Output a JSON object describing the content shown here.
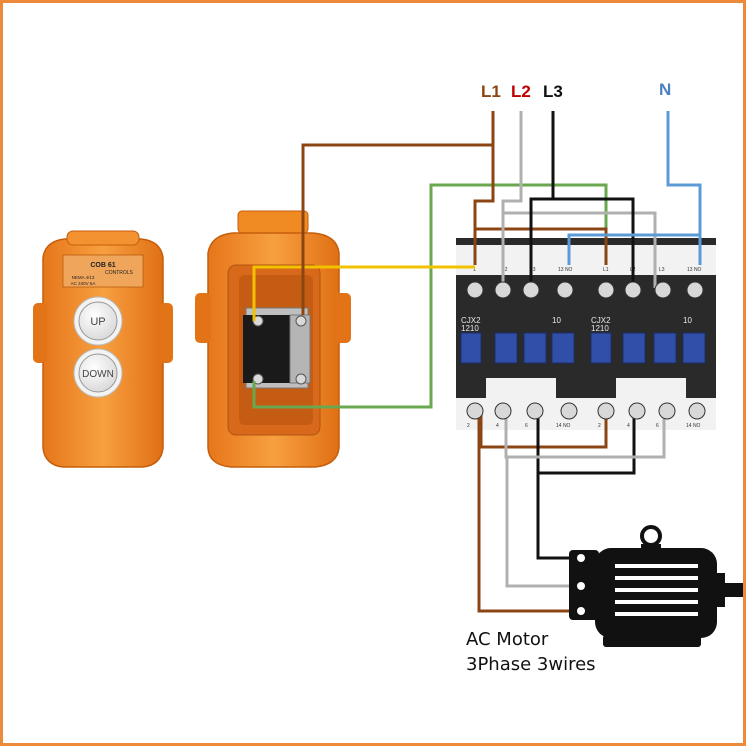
{
  "supply": {
    "l1": "L1",
    "l2": "L2",
    "l3": "L3",
    "n": "N"
  },
  "pendant": {
    "brand": "COB 61",
    "sub": "CONTROLS",
    "spec1": "NEMA 4/13",
    "spec2": "AC 240V 5A",
    "up": "UP",
    "down": "DOWN"
  },
  "contactors": [
    {
      "model": "CJX2",
      "model2": "1210",
      "rating": "10",
      "top_terms": [
        "1",
        "L2",
        "L3",
        "13 NO"
      ],
      "bottom_terms": [
        "2",
        "4",
        "6",
        "14 NO"
      ]
    },
    {
      "model": "CJX2",
      "model2": "1210",
      "rating": "10",
      "top_terms": [
        "L1",
        "L2",
        "L3",
        "13 NO"
      ],
      "bottom_terms": [
        "2",
        "4",
        "6",
        "14 NO"
      ]
    }
  ],
  "motor": {
    "caption1": "AC Motor",
    "caption2": "3Phase 3wires"
  },
  "colors": {
    "frame": "#ec8a3a",
    "l1": "#8b4513",
    "l2": "#b0b0b0",
    "l3": "#111111",
    "n": "#5b9bd5",
    "yellow": "#f2c200",
    "green": "#6aa84f",
    "orange_body": "#f28a1a",
    "l2_label": "#c00000",
    "n_label": "#4a7fc1"
  }
}
